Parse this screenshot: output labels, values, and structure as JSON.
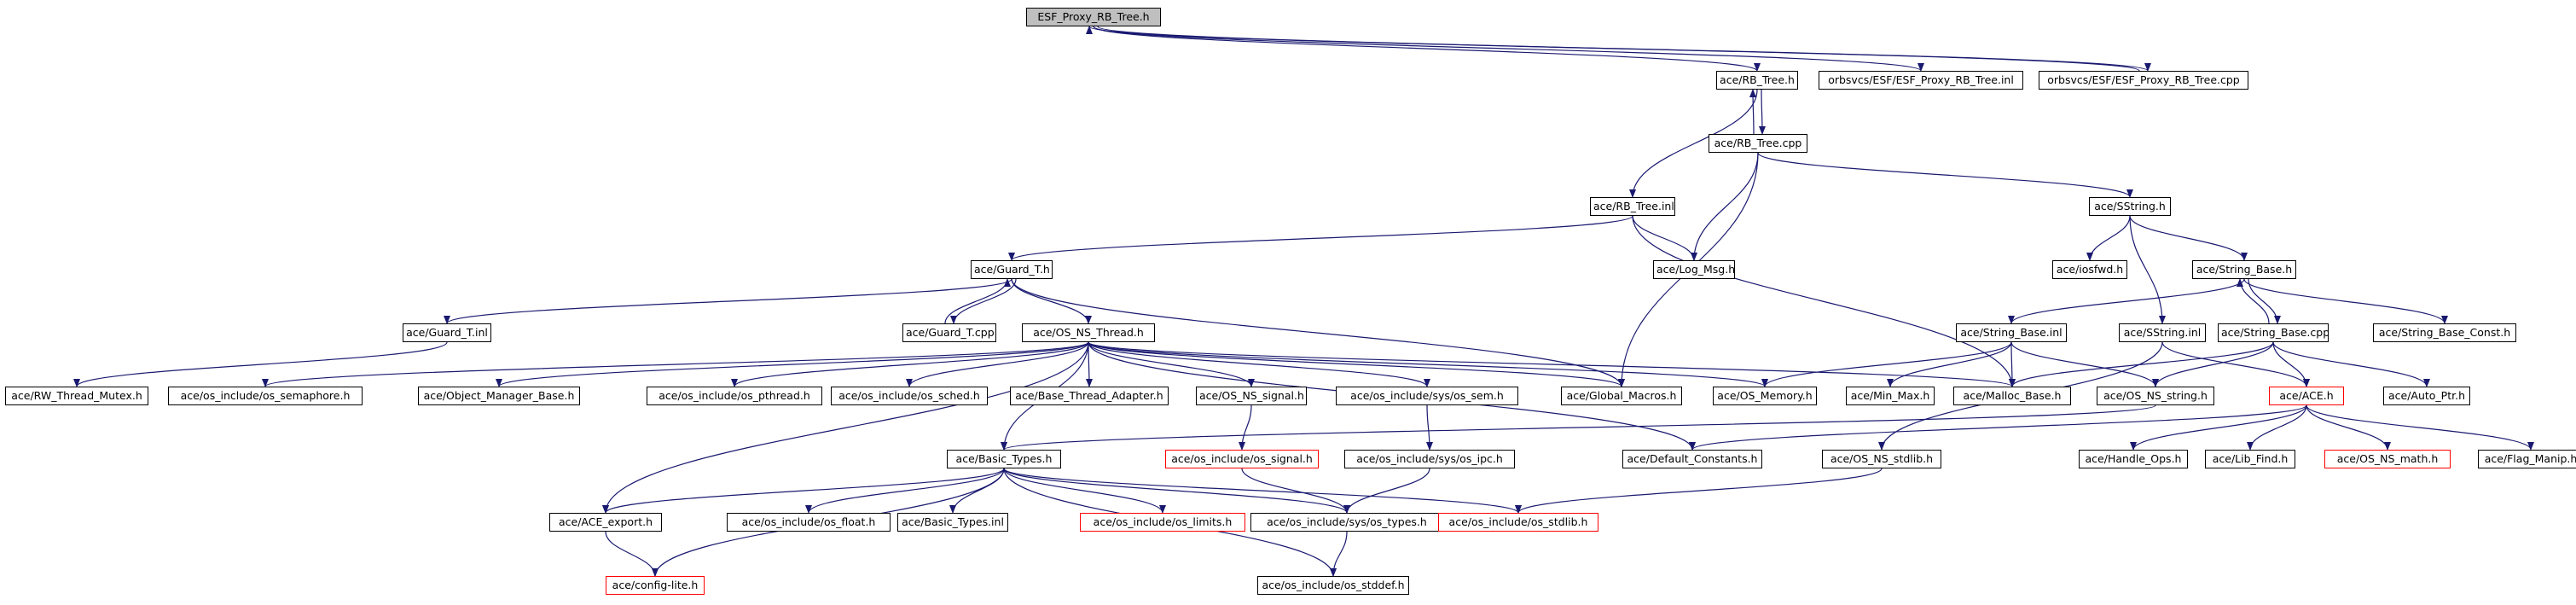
{
  "diagram": {
    "style": {
      "edge_color": "#191970",
      "root_fill": "#bfbfbf",
      "broken_border": "#ff0000"
    },
    "nodes": [
      {
        "id": "esf_h",
        "label": "ESF_Proxy_RB_Tree.h",
        "root": true
      },
      {
        "id": "rbt_h",
        "label": "ace/RB_Tree.h"
      },
      {
        "id": "esf_inl",
        "label": "orbsvcs/ESF/ESF_Proxy_RB_Tree.inl"
      },
      {
        "id": "esf_cpp",
        "label": "orbsvcs/ESF/ESF_Proxy_RB_Tree.cpp"
      },
      {
        "id": "rbt_cpp",
        "label": "ace/RB_Tree.cpp"
      },
      {
        "id": "rbt_inl",
        "label": "ace/RB_Tree.inl"
      },
      {
        "id": "sstring_h",
        "label": "ace/SString.h"
      },
      {
        "id": "guard_h",
        "label": "ace/Guard_T.h"
      },
      {
        "id": "logmsg",
        "label": "ace/Log_Msg.h"
      },
      {
        "id": "iosfwd",
        "label": "ace/iosfwd.h"
      },
      {
        "id": "strbase_h",
        "label": "ace/String_Base.h"
      },
      {
        "id": "guard_inl",
        "label": "ace/Guard_T.inl"
      },
      {
        "id": "guard_cpp",
        "label": "ace/Guard_T.cpp"
      },
      {
        "id": "nsthread",
        "label": "ace/OS_NS_Thread.h"
      },
      {
        "id": "strbase_inl",
        "label": "ace/String_Base.inl"
      },
      {
        "id": "sstring_inl",
        "label": "ace/SString.inl"
      },
      {
        "id": "strbase_cpp",
        "label": "ace/String_Base.cpp"
      },
      {
        "id": "strbase_const",
        "label": "ace/String_Base_Const.h"
      },
      {
        "id": "rwmutex",
        "label": "ace/RW_Thread_Mutex.h"
      },
      {
        "id": "semaphore",
        "label": "ace/os_include/os_semaphore.h"
      },
      {
        "id": "objmgr",
        "label": "ace/Object_Manager_Base.h"
      },
      {
        "id": "pthread",
        "label": "ace/os_include/os_pthread.h"
      },
      {
        "id": "sched",
        "label": "ace/os_include/os_sched.h"
      },
      {
        "id": "bta",
        "label": "ace/Base_Thread_Adapter.h"
      },
      {
        "id": "nssignal",
        "label": "ace/OS_NS_signal.h"
      },
      {
        "id": "syssem",
        "label": "ace/os_include/sys/os_sem.h"
      },
      {
        "id": "globalmac",
        "label": "ace/Global_Macros.h"
      },
      {
        "id": "osmemory",
        "label": "ace/OS_Memory.h"
      },
      {
        "id": "minmax",
        "label": "ace/Min_Max.h"
      },
      {
        "id": "mallocbase",
        "label": "ace/Malloc_Base.h"
      },
      {
        "id": "nsstring",
        "label": "ace/OS_NS_string.h"
      },
      {
        "id": "ace_h",
        "label": "ace/ACE.h",
        "red": true
      },
      {
        "id": "autoptr",
        "label": "ace/Auto_Ptr.h"
      },
      {
        "id": "basictypes",
        "label": "ace/Basic_Types.h"
      },
      {
        "id": "ossignal",
        "label": "ace/os_include/os_signal.h",
        "red": true
      },
      {
        "id": "sysipc",
        "label": "ace/os_include/sys/os_ipc.h"
      },
      {
        "id": "defconst",
        "label": "ace/Default_Constants.h"
      },
      {
        "id": "nsstdlib",
        "label": "ace/OS_NS_stdlib.h"
      },
      {
        "id": "handleops",
        "label": "ace/Handle_Ops.h"
      },
      {
        "id": "libfind",
        "label": "ace/Lib_Find.h"
      },
      {
        "id": "nsmath",
        "label": "ace/OS_NS_math.h",
        "red": true
      },
      {
        "id": "flagmanip",
        "label": "ace/Flag_Manip.h"
      },
      {
        "id": "aceexport",
        "label": "ace/ACE_export.h"
      },
      {
        "id": "osfloat",
        "label": "ace/os_include/os_float.h"
      },
      {
        "id": "basictypes_inl",
        "label": "ace/Basic_Types.inl"
      },
      {
        "id": "oslimits",
        "label": "ace/os_include/os_limits.h",
        "red": true
      },
      {
        "id": "systypes",
        "label": "ace/os_include/sys/os_types.h"
      },
      {
        "id": "osstdlib",
        "label": "ace/os_include/os_stdlib.h",
        "red": true
      },
      {
        "id": "configlite",
        "label": "ace/config-lite.h",
        "red": true
      },
      {
        "id": "osstddef",
        "label": "ace/os_include/os_stddef.h"
      }
    ],
    "edges": [
      [
        "esf_h",
        "rbt_h"
      ],
      [
        "esf_h",
        "esf_inl"
      ],
      [
        "esf_h",
        "esf_cpp"
      ],
      [
        "esf_cpp",
        "esf_h"
      ],
      [
        "rbt_h",
        "rbt_cpp"
      ],
      [
        "rbt_cpp",
        "rbt_h"
      ],
      [
        "rbt_h",
        "rbt_inl"
      ],
      [
        "rbt_cpp",
        "sstring_h"
      ],
      [
        "rbt_cpp",
        "logmsg"
      ],
      [
        "rbt_cpp",
        "globalmac"
      ],
      [
        "rbt_inl",
        "guard_h"
      ],
      [
        "rbt_inl",
        "logmsg"
      ],
      [
        "rbt_inl",
        "mallocbase"
      ],
      [
        "sstring_h",
        "iosfwd"
      ],
      [
        "sstring_h",
        "strbase_h"
      ],
      [
        "sstring_h",
        "sstring_inl"
      ],
      [
        "strbase_h",
        "strbase_inl"
      ],
      [
        "strbase_h",
        "strbase_cpp"
      ],
      [
        "strbase_cpp",
        "strbase_h"
      ],
      [
        "strbase_h",
        "strbase_const"
      ],
      [
        "guard_h",
        "guard_inl"
      ],
      [
        "guard_h",
        "guard_cpp"
      ],
      [
        "guard_cpp",
        "guard_h"
      ],
      [
        "guard_h",
        "nsthread"
      ],
      [
        "guard_h",
        "globalmac"
      ],
      [
        "guard_inl",
        "rwmutex"
      ],
      [
        "nsthread",
        "semaphore"
      ],
      [
        "nsthread",
        "objmgr"
      ],
      [
        "nsthread",
        "pthread"
      ],
      [
        "nsthread",
        "sched"
      ],
      [
        "nsthread",
        "bta"
      ],
      [
        "nsthread",
        "nssignal"
      ],
      [
        "nsthread",
        "syssem"
      ],
      [
        "nsthread",
        "globalmac"
      ],
      [
        "nsthread",
        "osmemory"
      ],
      [
        "nsthread",
        "defconst"
      ],
      [
        "nsthread",
        "aceexport"
      ],
      [
        "nsthread",
        "basictypes"
      ],
      [
        "nsthread",
        "mallocbase"
      ],
      [
        "strbase_inl",
        "osmemory"
      ],
      [
        "strbase_inl",
        "minmax"
      ],
      [
        "strbase_inl",
        "mallocbase"
      ],
      [
        "strbase_inl",
        "nsstring"
      ],
      [
        "sstring_inl",
        "ace_h"
      ],
      [
        "sstring_inl",
        "nsstdlib"
      ],
      [
        "strbase_cpp",
        "mallocbase"
      ],
      [
        "strbase_cpp",
        "nsstring"
      ],
      [
        "strbase_cpp",
        "ace_h"
      ],
      [
        "strbase_cpp",
        "autoptr"
      ],
      [
        "nsstring",
        "basictypes"
      ],
      [
        "ace_h",
        "defconst"
      ],
      [
        "ace_h",
        "handleops"
      ],
      [
        "ace_h",
        "libfind"
      ],
      [
        "ace_h",
        "nsmath"
      ],
      [
        "ace_h",
        "flagmanip"
      ],
      [
        "nssignal",
        "ossignal"
      ],
      [
        "syssem",
        "sysipc"
      ],
      [
        "ossignal",
        "systypes"
      ],
      [
        "sysipc",
        "systypes"
      ],
      [
        "nsstdlib",
        "osstdlib"
      ],
      [
        "basictypes",
        "aceexport"
      ],
      [
        "basictypes",
        "osfloat"
      ],
      [
        "basictypes",
        "basictypes_inl"
      ],
      [
        "basictypes",
        "oslimits"
      ],
      [
        "basictypes",
        "systypes"
      ],
      [
        "basictypes",
        "osstdlib"
      ],
      [
        "basictypes",
        "configlite"
      ],
      [
        "basictypes",
        "osstddef"
      ],
      [
        "aceexport",
        "configlite"
      ],
      [
        "systypes",
        "osstddef"
      ],
      [
        "osstdlib",
        "systypes"
      ]
    ]
  }
}
